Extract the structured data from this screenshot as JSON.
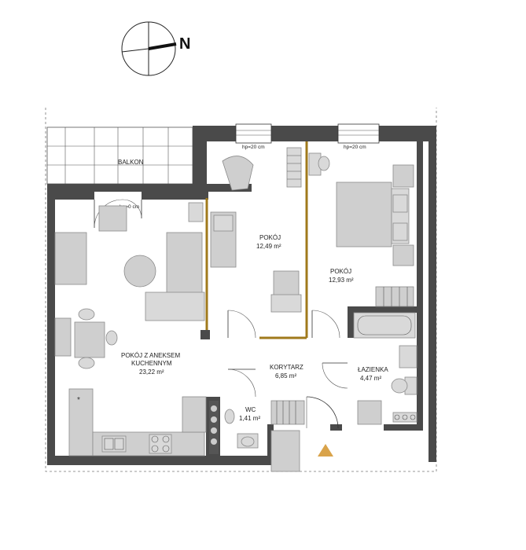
{
  "compass": {
    "north_label": "N"
  },
  "rooms": {
    "balkon": {
      "name": "BALKON"
    },
    "living": {
      "name_line1": "POKÓJ Z ANEKSEM",
      "name_line2": "KUCHENNYM",
      "area": "23,22 m²"
    },
    "pokoj1": {
      "name": "POKÓJ",
      "area": "12,49 m²"
    },
    "pokoj2": {
      "name": "POKÓJ",
      "area": "12,93 m²"
    },
    "korytarz": {
      "name": "KORYTARZ",
      "area": "6,85 m²"
    },
    "lazienka": {
      "name": "ŁAZIENKA",
      "area": "4,47 m²"
    },
    "wc": {
      "name": "WC",
      "area": "1,41 m²"
    }
  },
  "window_heights": {
    "pokoj1": "hp=20 cm",
    "pokoj2": "hp=20 cm",
    "balkon_door": "hp=0 cm"
  },
  "colors": {
    "wall": "#4a4a4a",
    "furniture": "#cfcfcf",
    "wardrobe_outline": "#a07a1c",
    "entrance_marker": "#d9a34a"
  },
  "icons": [
    "compass-icon",
    "entrance-arrow-icon",
    "stove-icon",
    "sink-icon",
    "toilet-icon",
    "bathtub-icon",
    "bed-icon"
  ]
}
